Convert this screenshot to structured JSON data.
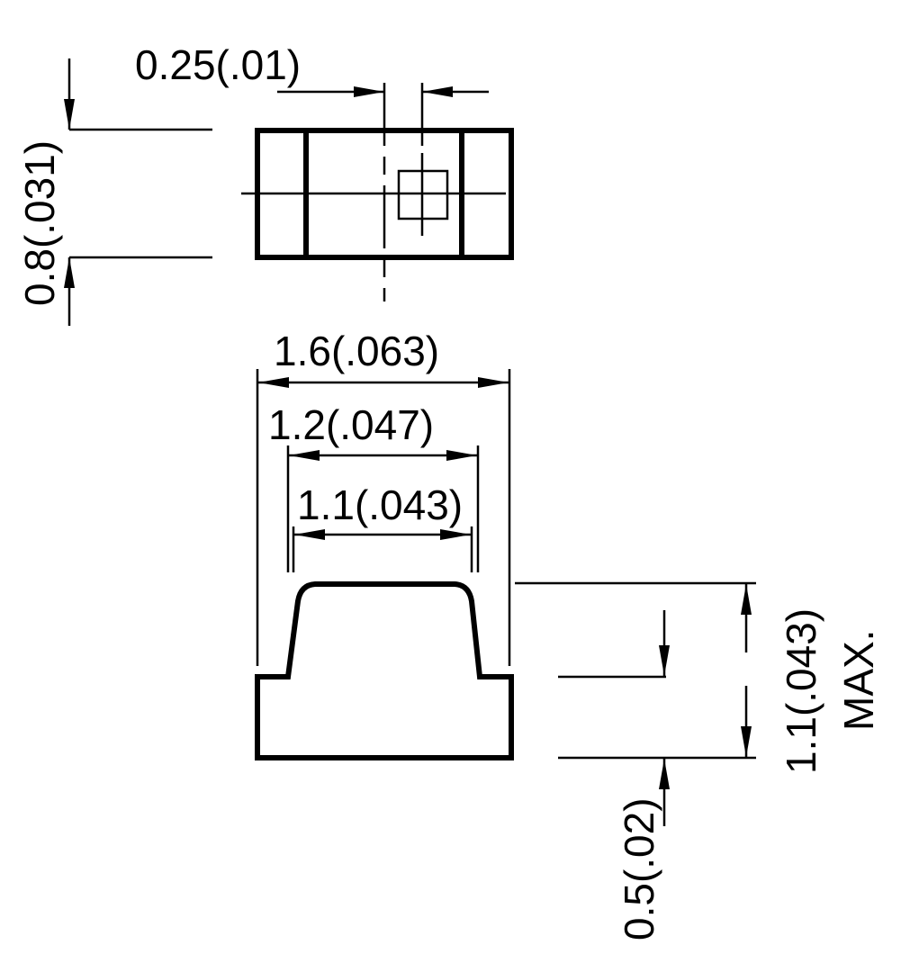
{
  "drawing": {
    "top_view": {
      "pad_spacing_label": "0.25(.01)",
      "width_label": "0.8(.031)"
    },
    "side_view": {
      "overall_length_label": "1.6(.063)",
      "terminal_span_label": "1.2(.047)",
      "top_length_label": "1.1(.043)",
      "height_label": "1.1(.043)",
      "height_note": "MAX.",
      "base_height_label": "0.5(.02)"
    },
    "line_color": "#000000",
    "background": "#ffffff"
  }
}
